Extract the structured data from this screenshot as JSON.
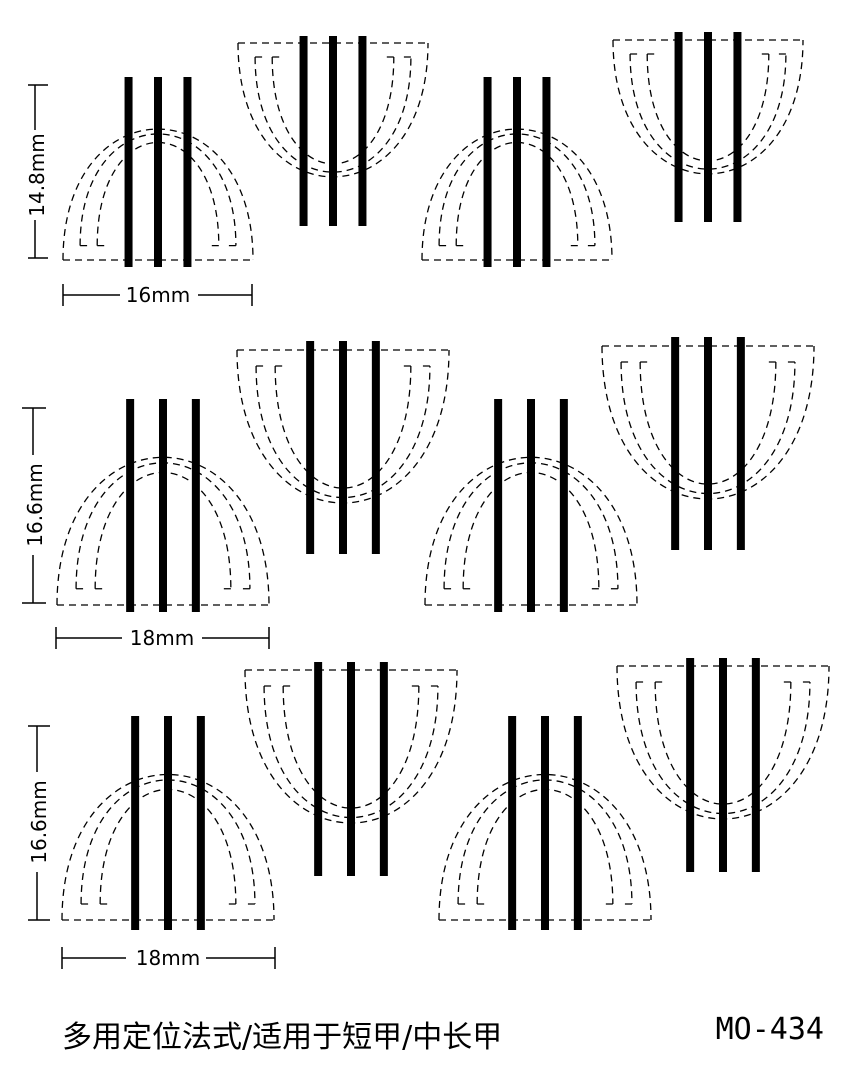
{
  "sheet": {
    "caption": "多用定位法式/适用于短甲/中长甲",
    "code": "MO-434"
  },
  "rows": [
    {
      "width_label": "16mm",
      "height_label": "14.8mm"
    },
    {
      "width_label": "18mm",
      "height_label": "16.6mm"
    },
    {
      "width_label": "18mm",
      "height_label": "16.6mm"
    }
  ],
  "colors": {
    "ink": "#000000",
    "paper": "#ffffff"
  }
}
